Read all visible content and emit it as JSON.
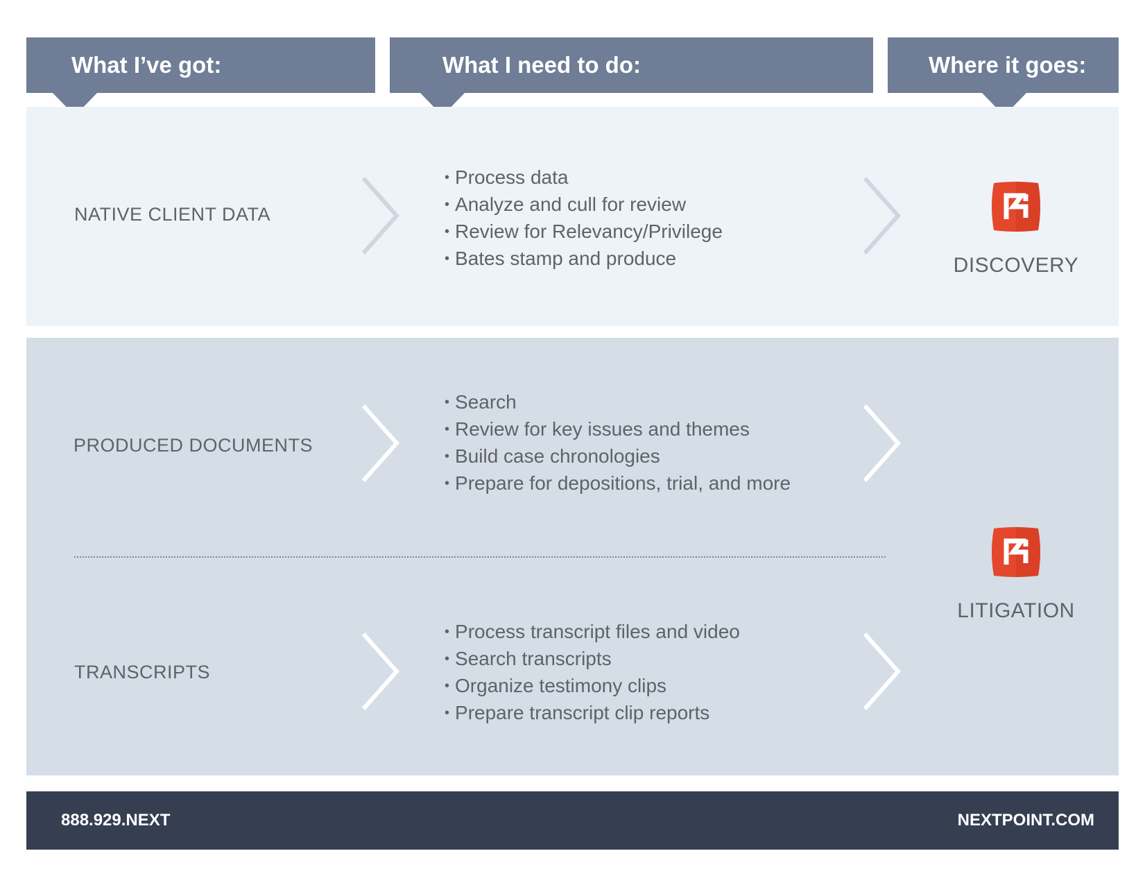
{
  "header": {
    "col1": "What I’ve got:",
    "col2": "What I need to do:",
    "col3": "Where it goes:"
  },
  "rows": [
    {
      "source": "NATIVE CLIENT DATA",
      "steps": [
        "Process data",
        "Analyze and cull for review",
        "Review for Relevancy/Privilege",
        "Bates stamp and produce"
      ]
    },
    {
      "source": "PRODUCED DOCUMENTS",
      "steps": [
        "Search",
        "Review for key issues and themes",
        "Build case chronologies",
        "Prepare for depositions, trial, and more"
      ]
    },
    {
      "source": "TRANSCRIPTS",
      "steps": [
        "Process transcript files and video",
        "Search transcripts",
        "Organize testimony clips",
        "Prepare transcript clip reports"
      ]
    }
  ],
  "destinations": {
    "discovery": "DISCOVERY",
    "litigation": "LITIGATION"
  },
  "footer": {
    "phone": "888.929.NEXT",
    "website": "NEXTPOINT.COM"
  },
  "colors": {
    "header": "#6f7d96",
    "band_light": "#eef3f8",
    "band_gray": "#d5dde6",
    "footer": "#353f51",
    "logo": "#e4472c"
  },
  "icons": {
    "logo": "nextpoint-logo-icon",
    "arrow": "chevron-right-icon"
  }
}
